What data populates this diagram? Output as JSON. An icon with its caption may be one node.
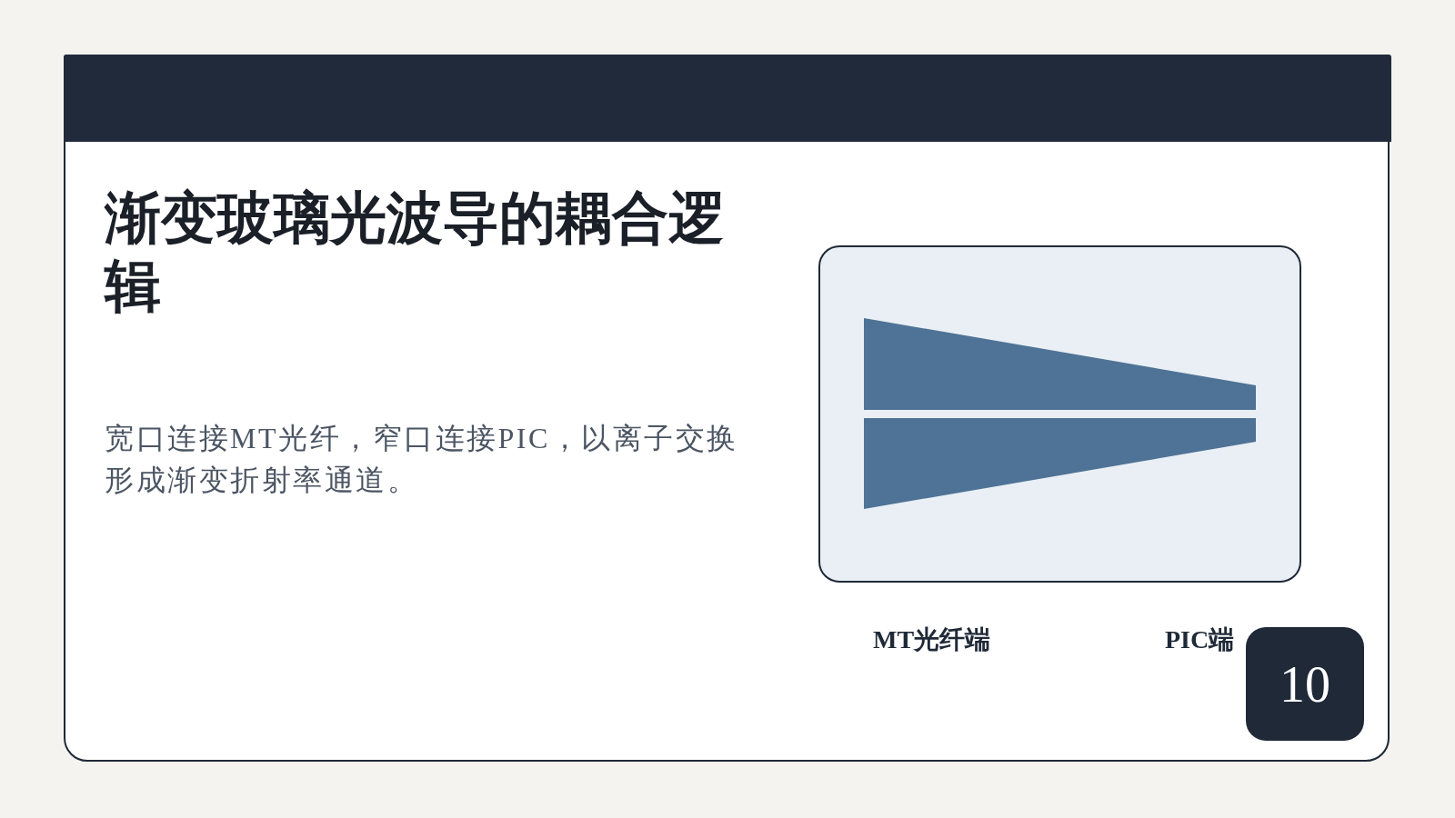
{
  "diagram": {
    "title": "渐变玻璃光波导的耦合逻辑",
    "nodes": [
      {
        "text": [
          "10"
        ]
      }
    ],
    "edges": [],
    "labels": [
      "宽口连接MT光纤，窄口连接PIC，以离子交换形成渐变折射率通道。",
      "MT光纤端",
      "PIC端"
    ]
  }
}
